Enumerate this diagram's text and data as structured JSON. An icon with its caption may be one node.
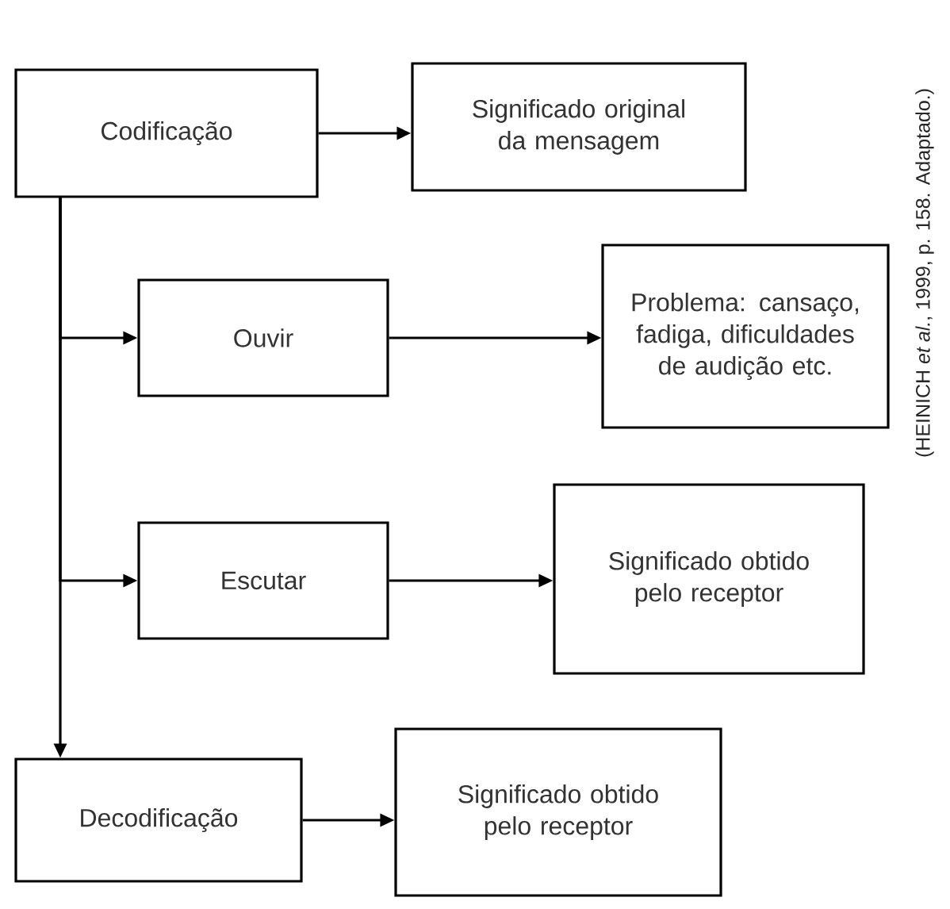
{
  "diagram": {
    "nodes": [
      {
        "text": [
          "Codificação"
        ]
      },
      {
        "text": [
          "Significado original da mensagem"
        ]
      },
      {
        "text": [
          "Ouvir"
        ]
      },
      {
        "text": [
          "Problema: cansaço, fadiga, dificuldades de audição etc."
        ]
      },
      {
        "text": [
          "Escutar"
        ]
      },
      {
        "text": [
          "Significado obtido pelo receptor"
        ]
      },
      {
        "text": [
          "Decodificação"
        ]
      },
      {
        "text": [
          "Significado obtido pelo receptor"
        ]
      }
    ],
    "edges": [
      {
        "from": 0,
        "to": 1,
        "arrow": "to"
      },
      {
        "from": 0,
        "to": 2,
        "arrow": "to"
      },
      {
        "from": 0,
        "to": 4,
        "arrow": "to"
      },
      {
        "from": 0,
        "to": 6,
        "arrow": "to"
      },
      {
        "from": 2,
        "to": 3,
        "arrow": "to"
      },
      {
        "from": 4,
        "to": 5,
        "arrow": "to"
      },
      {
        "from": 6,
        "to": 7,
        "arrow": "to"
      }
    ],
    "labels": [
      "(HEINICH *et al.*, 1999, p. 158. Adaptado.)"
    ]
  }
}
